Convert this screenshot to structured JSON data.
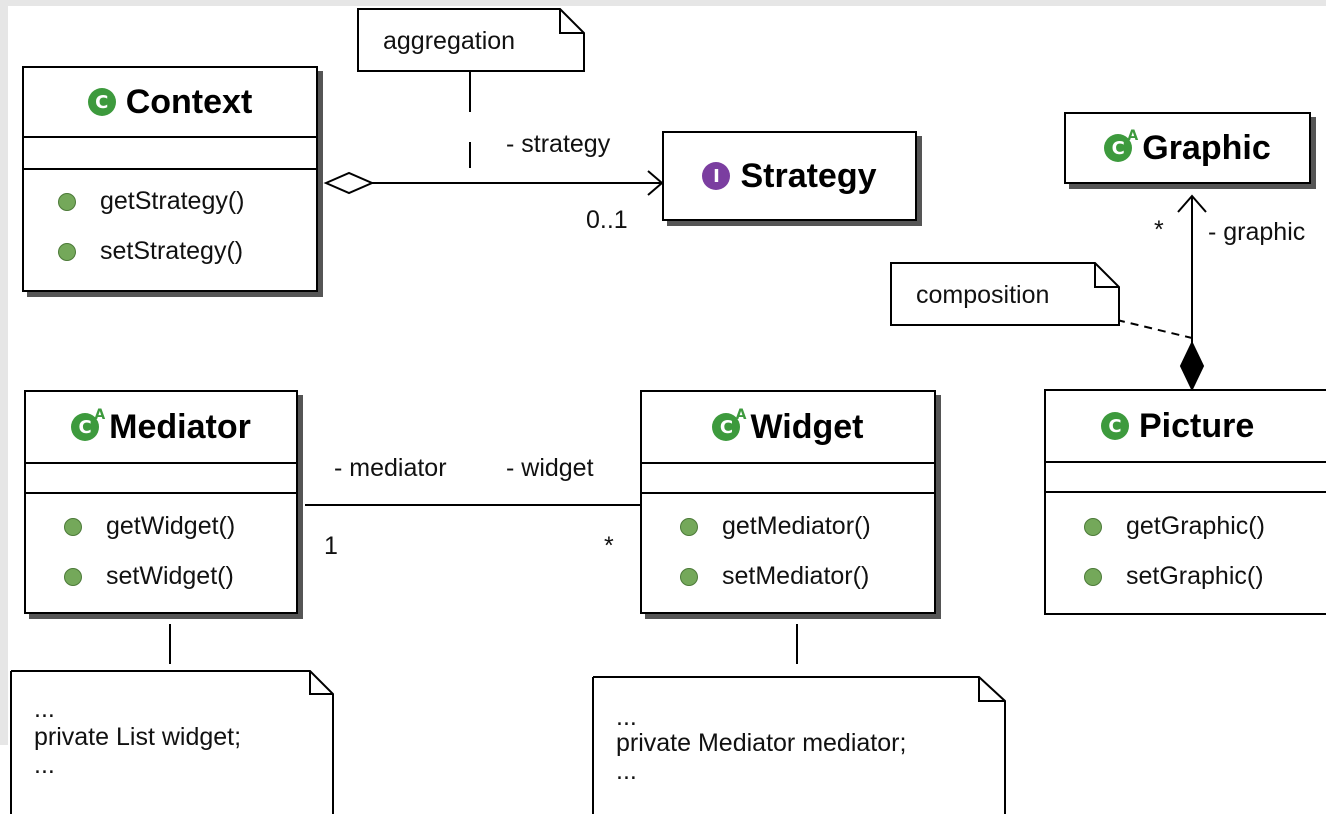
{
  "notes": {
    "aggregation": "aggregation",
    "composition": "composition",
    "mediator_note": [
      "...",
      "private List widget;",
      "..."
    ],
    "widget_note": [
      "...",
      "private Mediator mediator;",
      "..."
    ]
  },
  "classes": {
    "context": {
      "name": "Context",
      "kind": "class",
      "ops": [
        "getStrategy()",
        "setStrategy()"
      ]
    },
    "strategy": {
      "name": "Strategy",
      "kind": "interface"
    },
    "graphic": {
      "name": "Graphic",
      "kind": "abstract class"
    },
    "mediator": {
      "name": "Mediator",
      "kind": "abstract class",
      "ops": [
        "getWidget()",
        "setWidget()"
      ]
    },
    "widget": {
      "name": "Widget",
      "kind": "abstract class",
      "ops": [
        "getMediator()",
        "setMediator()"
      ]
    },
    "picture": {
      "name": "Picture",
      "kind": "class",
      "ops": [
        "getGraphic()",
        "setGraphic()"
      ]
    }
  },
  "associations": {
    "strategy_role": "- strategy",
    "strategy_mult": "0..1",
    "graphic_role": "- graphic",
    "graphic_mult": "*",
    "mediator_role": "- mediator",
    "mediator_mult": "1",
    "widget_role": "- widget",
    "widget_mult": "*"
  },
  "icons": {
    "class": "class-icon (C)",
    "interface": "interface-icon (I)",
    "abstract": "abstract-class-icon (CA)",
    "method": "public-method-icon"
  },
  "colors": {
    "class_icon": "#3d9a3d",
    "interface_icon": "#7b3ea0",
    "method_dot": "#74a85a"
  }
}
